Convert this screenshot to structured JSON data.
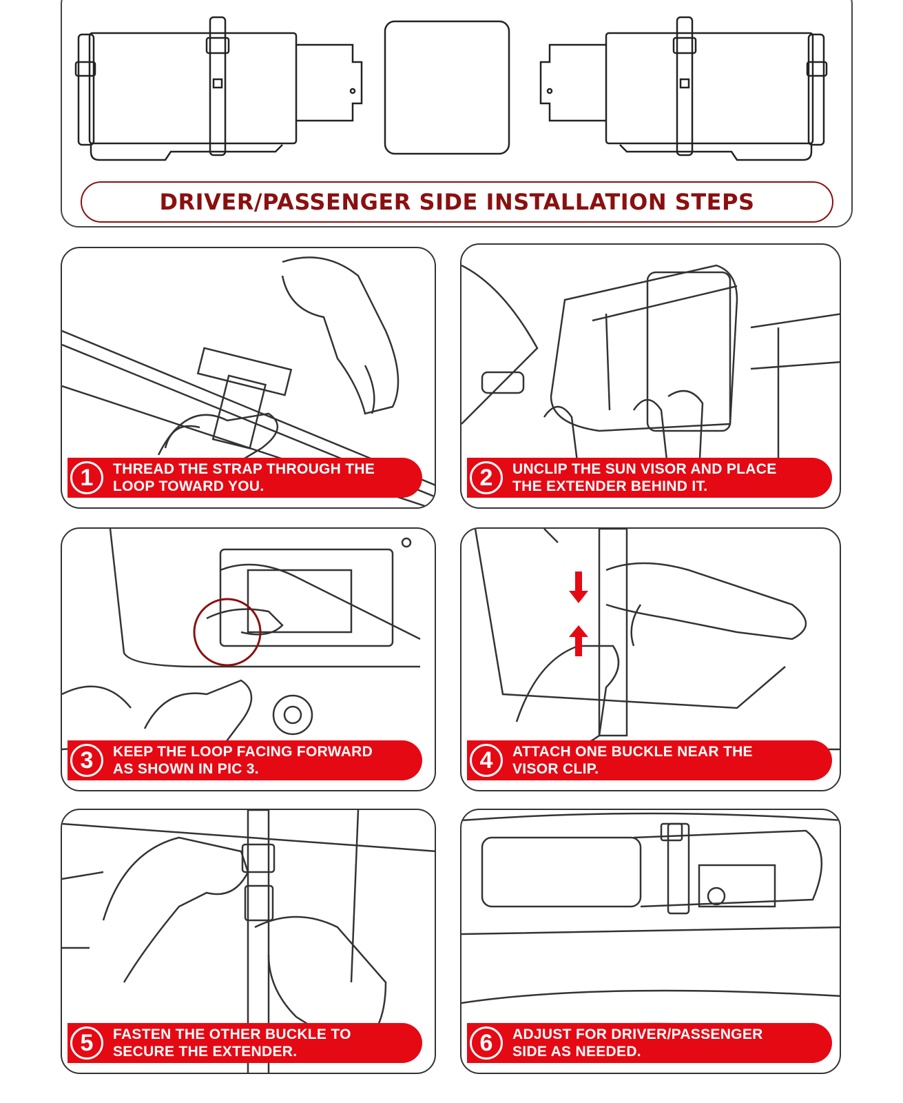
{
  "header": {
    "title": "DRIVER/PASSENGER SIDE INSTALLATION STEPS"
  },
  "steps": [
    {
      "number": "1",
      "text": "THREAD THE STRAP THROUGH THE\nLOOP TOWARD YOU."
    },
    {
      "number": "2",
      "text": "UNCLIP THE SUN VISOR AND PLACE\n THE EXTENDER BEHIND IT."
    },
    {
      "number": "3",
      "text": "KEEP THE LOOP FACING FORWARD\nAS SHOWN IN PIC 3."
    },
    {
      "number": "4",
      "text": "ATTACH ONE BUCKLE NEAR THE\nVISOR CLIP."
    },
    {
      "number": "5",
      "text": "FASTEN THE OTHER BUCKLE TO\nSECURE THE EXTENDER."
    },
    {
      "number": "6",
      "text": "ADJUST FOR DRIVER/PASSENGER\nSIDE AS NEEDED."
    }
  ],
  "colors": {
    "accent": "#e50914",
    "title": "#8a1010",
    "line": "#333333"
  }
}
